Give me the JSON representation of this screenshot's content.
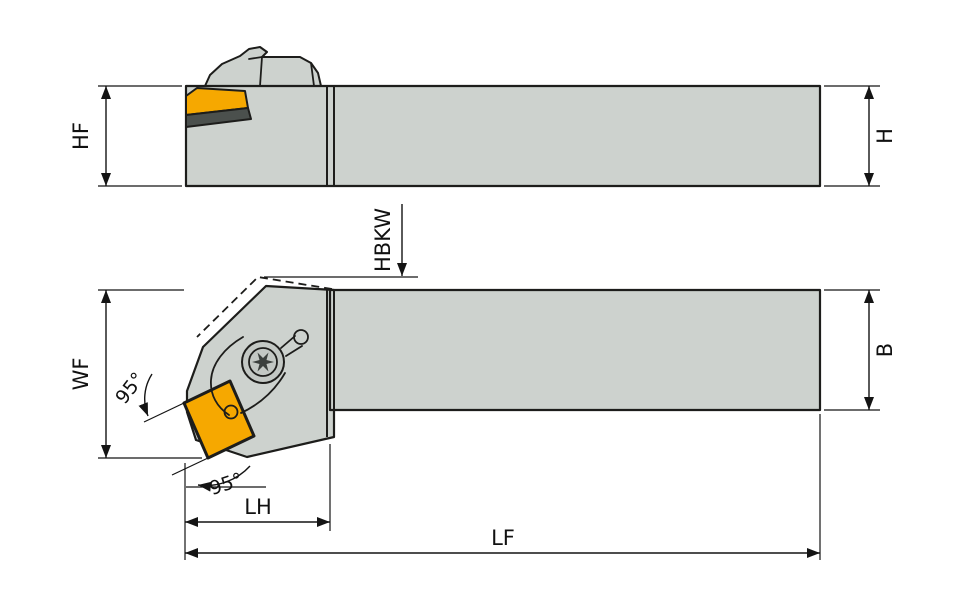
{
  "drawing": {
    "labels": {
      "hf": "HF",
      "h": "H",
      "hbkw": "HBKW",
      "wf": "WF",
      "b": "B",
      "lh": "LH",
      "lf": "LF",
      "angle_upper": "95°",
      "angle_lower": "95°"
    },
    "colors": {
      "background": "#ffffff",
      "body": "#cdd2ce",
      "insert": "#f6a800",
      "shim": "#4b504d",
      "outline": "#1d1d1b",
      "screw": "#c3c8c4",
      "screw_recess": "#b0b5b1",
      "torx": "#3b403d"
    }
  }
}
